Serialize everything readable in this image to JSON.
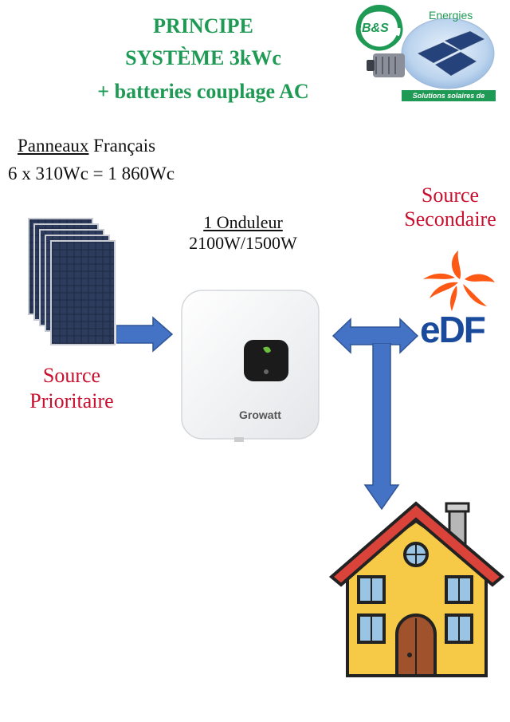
{
  "title": {
    "line1": "PRINCIPE",
    "line2": "SYSTÈME 3kWc",
    "line3": "+ batteries couplage AC"
  },
  "logo": {
    "initials": "B&S",
    "brand": "Energies",
    "tagline": "Solutions solaires de qualité"
  },
  "panels": {
    "heading_underlined": "Panneaux",
    "heading_rest": " Français",
    "spec": "6 x 310Wc = 1 860Wc"
  },
  "inverter": {
    "heading": "1 Onduleur",
    "spec": "2100W/1500W",
    "brand": "Growatt"
  },
  "source_primary": {
    "line1": "Source",
    "line2": "Prioritaire"
  },
  "source_secondary": {
    "line1": "Source",
    "line2": "Secondaire"
  },
  "grid_provider": {
    "logo_text": "eDF"
  },
  "colors": {
    "title_green": "#1f9a55",
    "source_red": "#c8102e",
    "arrow_blue": "#4472c4",
    "edf_blue": "#1a4a9c",
    "edf_orange": "#fe5815",
    "house_yellow": "#f6c946"
  }
}
